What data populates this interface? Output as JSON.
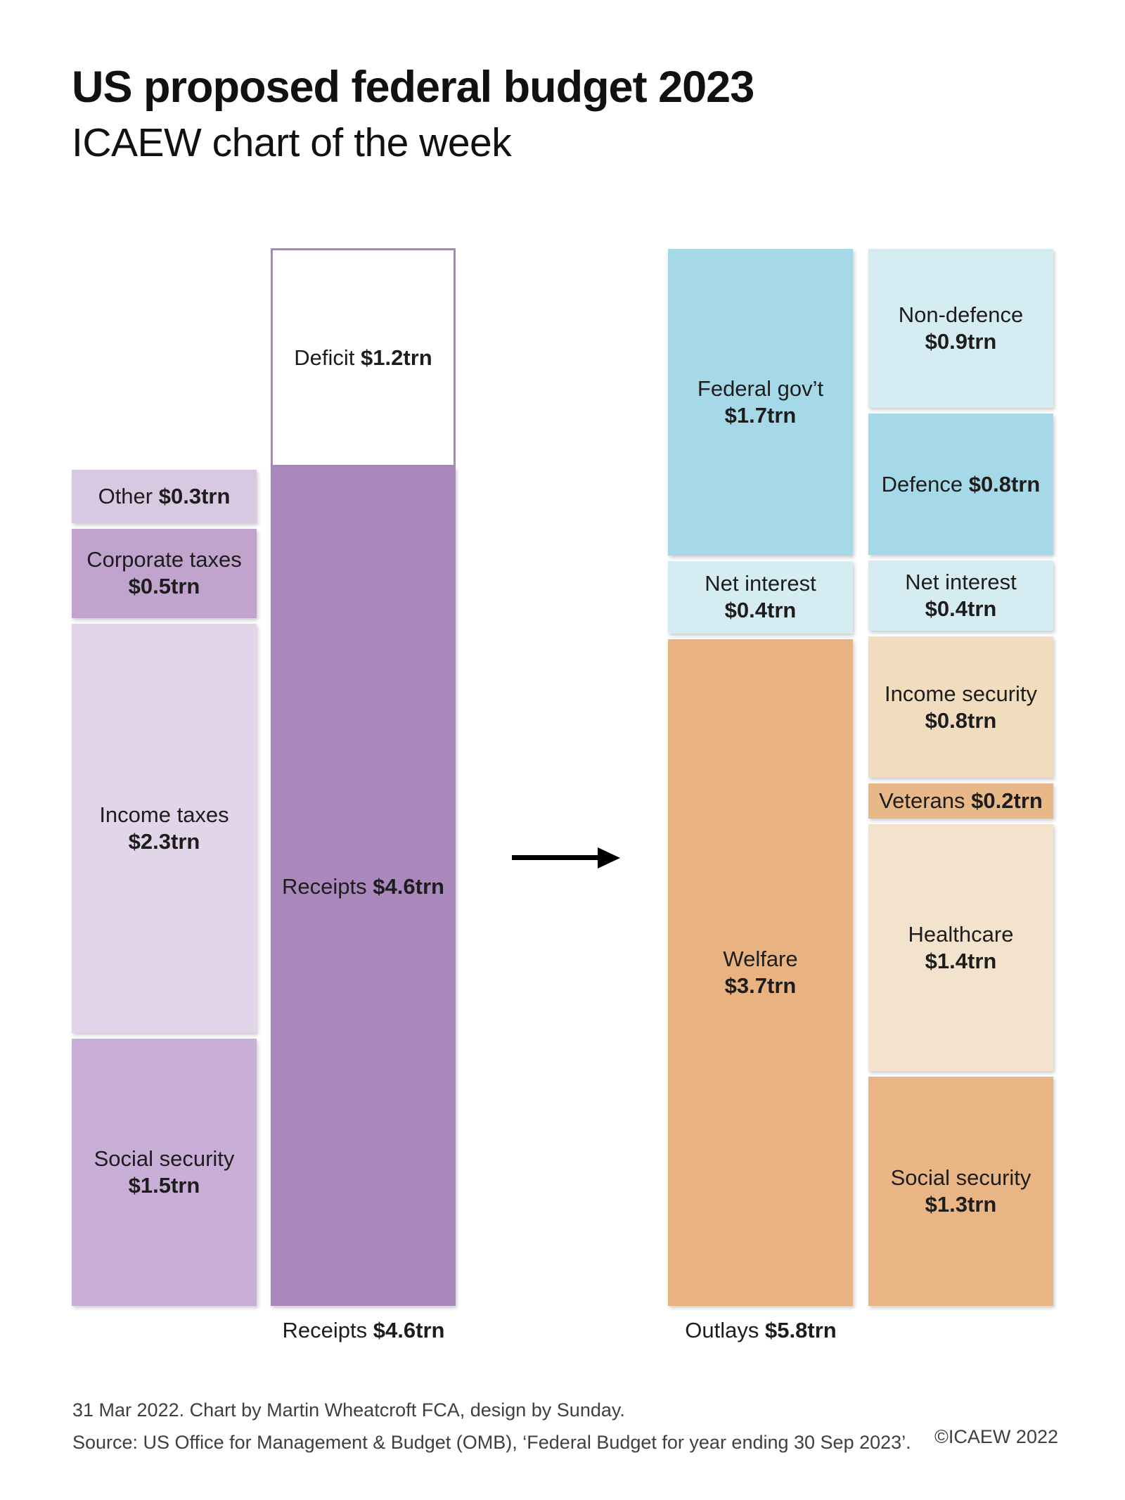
{
  "header": {
    "title": "US proposed federal budget 2023",
    "subtitle": "ICAEW chart of the week"
  },
  "chart_data": {
    "type": "bar",
    "variant": "stacked-columns-comparison",
    "title": "US proposed federal budget 2023",
    "subtitle": "ICAEW chart of the week",
    "unit": "$trn",
    "legend_position": "none",
    "grid": false,
    "totals": {
      "receipts": 4.6,
      "outlays": 5.8,
      "deficit": 1.2
    },
    "axis_labels": {
      "receipts": {
        "name": "Receipts",
        "value": "$4.6trn"
      },
      "outlays": {
        "name": "Outlays",
        "value": "$5.8trn"
      }
    },
    "columns": [
      {
        "id": "receipts_breakdown",
        "blocks": [
          {
            "name": "Other",
            "value": 0.3,
            "value_label": "$0.3trn",
            "color": "#d9c8e1",
            "lines": 1
          },
          {
            "name": "Corporate taxes",
            "value": 0.5,
            "value_label": "$0.5trn",
            "color": "#c1a4ce",
            "lines": 2
          },
          {
            "name": "Income taxes",
            "value": 2.3,
            "value_label": "$2.3trn",
            "color": "#e2d5e9",
            "lines": 2
          },
          {
            "name": "Social security",
            "value": 1.5,
            "value_label": "$1.5trn",
            "color": "#c9aed8",
            "lines": 2
          }
        ]
      },
      {
        "id": "receipts_total",
        "blocks": [
          {
            "name": "Deficit",
            "value": 1.2,
            "value_label": "$1.2trn",
            "color": "#ffffff",
            "outline": "#aa86bc",
            "lines": 1
          },
          {
            "name": "Receipts",
            "value": 4.6,
            "value_label": "$4.6trn",
            "color": "#aa88bb",
            "lines": 1
          }
        ]
      },
      {
        "id": "outlays_main",
        "blocks": [
          {
            "name": "Federal gov’t",
            "value": 1.7,
            "value_label": "$1.7trn",
            "color": "#a6d9e8",
            "lines": 2
          },
          {
            "name": "Net interest",
            "value": 0.4,
            "value_label": "$0.4trn",
            "color": "#d6ecf3",
            "lines": 2
          },
          {
            "name": "Welfare",
            "value": 3.7,
            "value_label": "$3.7trn",
            "color": "#e9b381",
            "lines": 2
          }
        ]
      },
      {
        "id": "outlays_breakdown",
        "blocks": [
          {
            "name": "Non-defence",
            "value": 0.9,
            "value_label": "$0.9trn",
            "color": "#d6ecf3",
            "lines": 2
          },
          {
            "name": "Defence",
            "value": 0.8,
            "value_label": "$0.8trn",
            "color": "#a6d9e8",
            "lines": 1
          },
          {
            "name": "Net interest",
            "value": 0.4,
            "value_label": "$0.4trn",
            "color": "#d6ecf3",
            "lines": 2
          },
          {
            "name": "Income security",
            "value": 0.8,
            "value_label": "$0.8trn",
            "color": "#f1dcbe",
            "lines": 2
          },
          {
            "name": "Veterans",
            "value": 0.2,
            "value_label": "$0.2trn",
            "color": "#e9b889",
            "lines": 1
          },
          {
            "name": "Healthcare",
            "value": 1.4,
            "value_label": "$1.4trn",
            "color": "#f4e3cc",
            "lines": 2
          },
          {
            "name": "Social security",
            "value": 1.3,
            "value_label": "$1.3trn",
            "color": "#e9b584",
            "lines": 2
          }
        ]
      }
    ]
  },
  "footer": {
    "line1": "31 Mar 2022.   Chart by Martin Wheatcroft FCA, design by Sunday.",
    "line2": "Source: US Office for Management & Budget (OMB), ‘Federal Budget for year ending 30 Sep 2023’.",
    "copyright": "©ICAEW 2022"
  }
}
